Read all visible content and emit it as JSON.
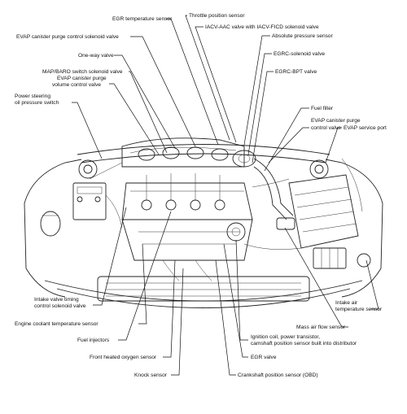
{
  "callouts": [
    {
      "id": "egr-temperature-sensor",
      "text": "EGR temperature sensor"
    },
    {
      "id": "throttle-position-sensor",
      "text": "Throttle position sensor"
    },
    {
      "id": "evap-canister-purge-control-solenoid-valve",
      "text": "EVAP canister purge control solenoid valve"
    },
    {
      "id": "iacv-aac-valve",
      "text": "IACV-AAC valve with IACV-FICD solenoid valve"
    },
    {
      "id": "absolute-pressure-sensor",
      "text": "Absolute pressure sensor"
    },
    {
      "id": "one-way-valve",
      "text": "One-way valve"
    },
    {
      "id": "egrc-solenoid-valve",
      "text": "EGRC-solenoid valve"
    },
    {
      "id": "map-baro-switch",
      "text": "MAP/BARO switch solenoid valve"
    },
    {
      "id": "egrc-bpt-valve",
      "text": "EGRC-BPT valve"
    },
    {
      "id": "evap-purge-volume-1",
      "text": "EVAP canister purge"
    },
    {
      "id": "evap-purge-volume-2",
      "text": "volume control valve"
    },
    {
      "id": "power-steering-1",
      "text": "Power steering"
    },
    {
      "id": "power-steering-2",
      "text": "oil pressure switch"
    },
    {
      "id": "fuel-filter",
      "text": "Fuel filter"
    },
    {
      "id": "evap-purge-control-1",
      "text": "EVAP canister purge"
    },
    {
      "id": "evap-purge-control-2",
      "text": "control valve"
    },
    {
      "id": "evap-service-port",
      "text": "EVAP service port"
    },
    {
      "id": "intake-valve-timing-1",
      "text": "Intake valve timing"
    },
    {
      "id": "intake-valve-timing-2",
      "text": "control solenoid valve"
    },
    {
      "id": "intake-air-temp-1",
      "text": "Intake air"
    },
    {
      "id": "intake-air-temp-2",
      "text": "temperature sensor"
    },
    {
      "id": "engine-coolant-temp",
      "text": "Engine coolant temperature sensor"
    },
    {
      "id": "mass-air-flow",
      "text": "Mass air flow sensor"
    },
    {
      "id": "fuel-injectors",
      "text": "Fuel injectors"
    },
    {
      "id": "ignition-coil-1",
      "text": "Ignition coil, power transistor,"
    },
    {
      "id": "ignition-coil-2",
      "text": "camshaft position sensor built into distributor"
    },
    {
      "id": "front-heated-oxygen",
      "text": "Front heated oxygen sensor"
    },
    {
      "id": "egr-valve",
      "text": "EGR valve"
    },
    {
      "id": "knock-sensor",
      "text": "Knock sensor"
    },
    {
      "id": "crankshaft-position",
      "text": "Crankshaft position sensor (OBD)"
    }
  ]
}
